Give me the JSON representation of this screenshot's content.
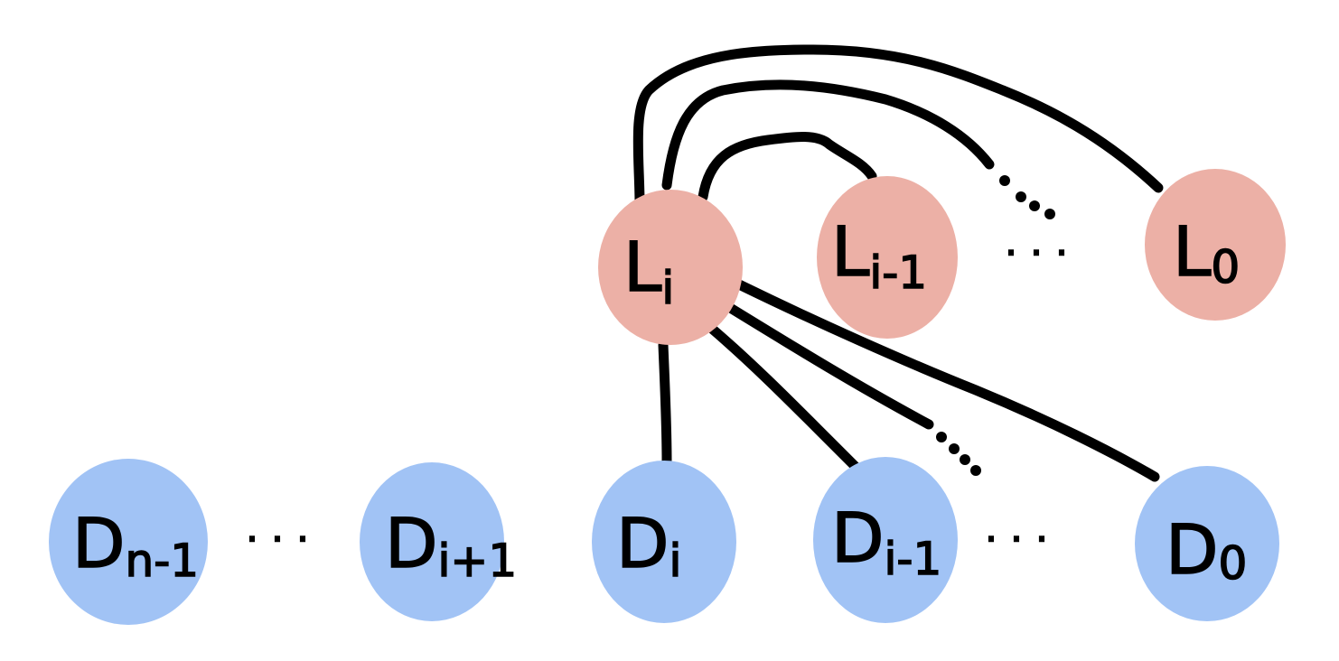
{
  "colors": {
    "layer_node": "#ecb0a6",
    "data_node": "#a1c3f5",
    "edge": "#000000",
    "background": "#ffffff"
  },
  "nodes": {
    "layers": [
      {
        "id": "L_i",
        "base": "L",
        "sub": "i"
      },
      {
        "id": "L_i-1",
        "base": "L",
        "sub": "i-1"
      },
      {
        "id": "L_0",
        "base": "L",
        "sub": "0"
      }
    ],
    "data": [
      {
        "id": "D_n-1",
        "base": "D",
        "sub": "n-1"
      },
      {
        "id": "D_i+1",
        "base": "D",
        "sub": "i+1"
      },
      {
        "id": "D_i",
        "base": "D",
        "sub": "i"
      },
      {
        "id": "D_i-1",
        "base": "D",
        "sub": "i-1"
      },
      {
        "id": "D_0",
        "base": "D",
        "sub": "0"
      }
    ]
  },
  "edges": [
    {
      "from": "L_i",
      "to": "L_i-1"
    },
    {
      "from": "L_i",
      "to": "L_0"
    },
    {
      "from": "L_i",
      "to": "D_i"
    },
    {
      "from": "L_i",
      "to": "D_i-1"
    },
    {
      "from": "L_i",
      "to": "D_0"
    }
  ],
  "ellipsis": "· · ·"
}
